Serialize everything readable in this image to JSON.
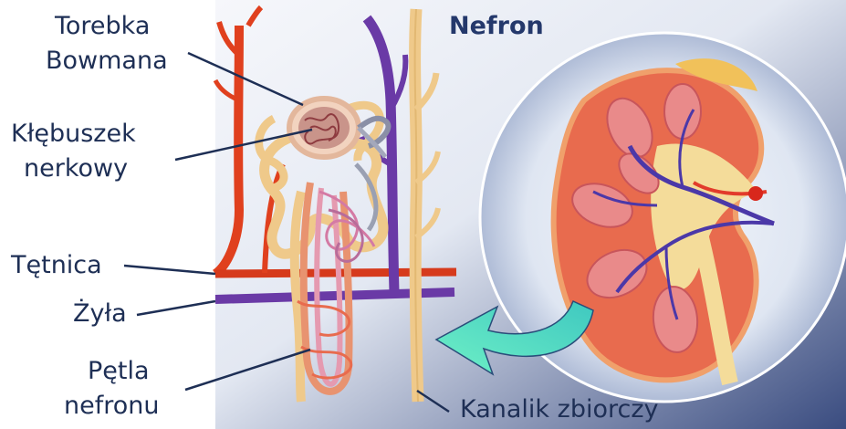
{
  "diagram": {
    "title": "Nefron",
    "labels": {
      "bowman_line1": "Torebka",
      "bowman_line2": "Bowmana",
      "glomerulus_line1": "Kłębuszek",
      "glomerulus_line2": "nerkowy",
      "artery": "Tętnica",
      "vein": "Żyła",
      "loop_line1": "Pętla",
      "loop_line2": "nefronu",
      "collecting_duct": "Kanalik zbiorczy"
    },
    "colors": {
      "label_text": "#1e2f55",
      "title_text": "#24386b",
      "leader_line": "#1e2f55",
      "artery": "#e0401e",
      "vein": "#6a3aa6",
      "tubule": "#efc98a",
      "loop": "#e59ab0",
      "kidney_cortex": "#e86b4e",
      "pyramid": "#e98a8a",
      "pelvis": "#f4dc9a",
      "arrow": "#52dcc3",
      "background_gradient_start": "#f4f6fb",
      "background_gradient_end": "#324478"
    }
  }
}
